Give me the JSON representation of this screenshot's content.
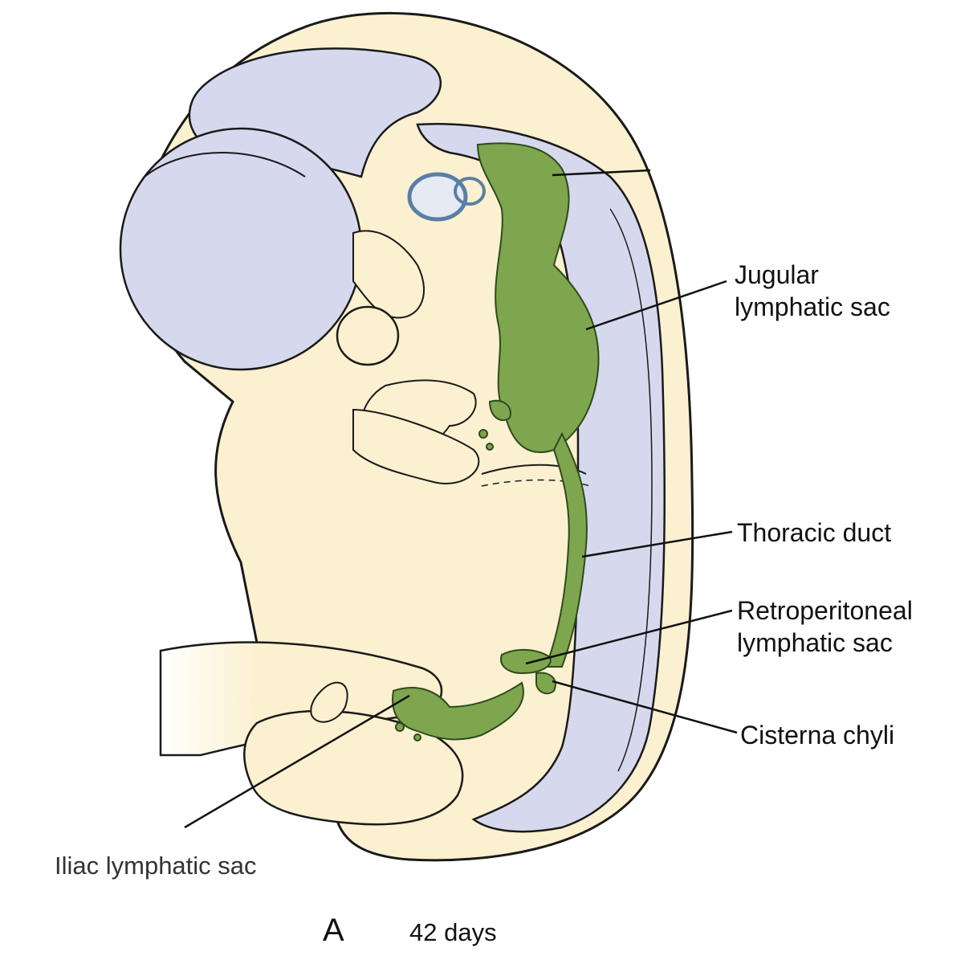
{
  "labels": {
    "jugular": [
      "Jugular",
      "lymphatic sac"
    ],
    "thoracic": [
      "Thoracic duct"
    ],
    "retroperitoneal": [
      "Retroperitoneal",
      "lymphatic sac"
    ],
    "cisterna": [
      "Cisterna chyli"
    ],
    "iliac": [
      "Iliac lymphatic sac"
    ]
  },
  "panel": {
    "letter": "A",
    "age": "42 days"
  },
  "colors": {
    "background": "#ffffff",
    "embryo_body": "#fbf0cf",
    "neural_tissue": "#d6d9ee",
    "lymphatic": "#7da64f",
    "outline": "#1a1a1a"
  }
}
